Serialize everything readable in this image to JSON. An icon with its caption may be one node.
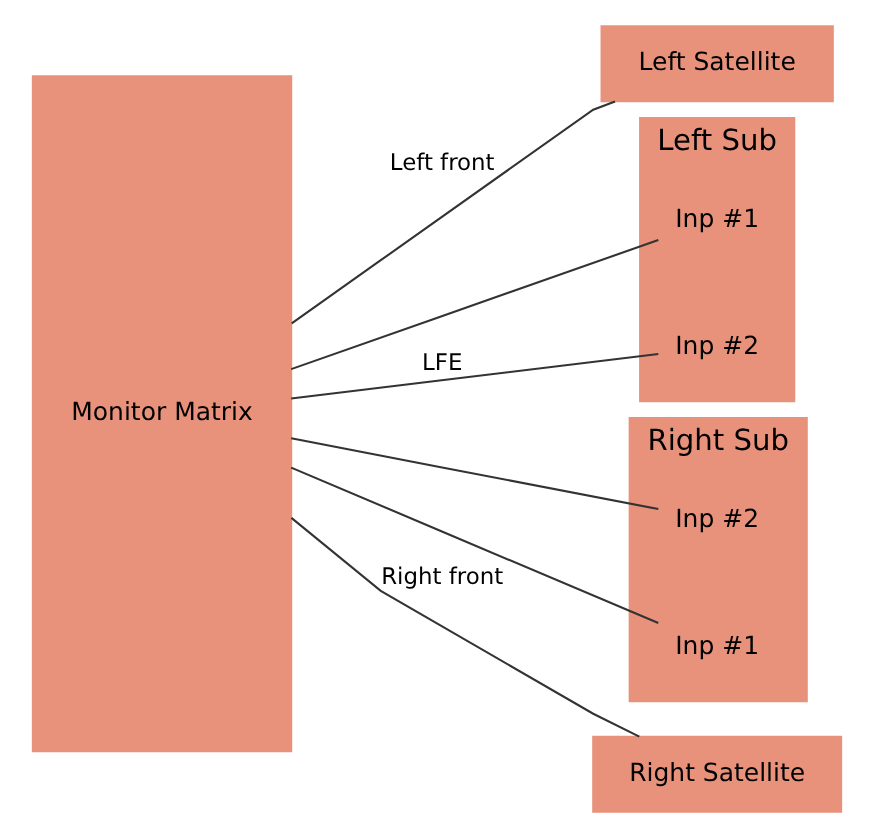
{
  "diagram": {
    "nodes": [
      {
        "text": [
          "Monitor Matrix"
        ]
      },
      {
        "text": [
          "Left Satellite"
        ]
      },
      {
        "text": [
          "Left Sub"
        ]
      },
      {
        "text": [
          "Inp #1"
        ],
        "in": 2
      },
      {
        "text": [
          "Inp #2"
        ],
        "in": 2
      },
      {
        "text": [
          "Right Sub"
        ]
      },
      {
        "text": [
          "Inp #2"
        ],
        "in": 5
      },
      {
        "text": [
          "Inp #1"
        ],
        "in": 5
      },
      {
        "text": [
          "Right Satellite"
        ]
      }
    ],
    "edges": [
      {
        "from": 0,
        "to": 1,
        "arrow": "none",
        "label": "Left front"
      },
      {
        "from": 0,
        "to": 3,
        "arrow": "none"
      },
      {
        "from": 0,
        "to": 4,
        "arrow": "none",
        "label": "LFE"
      },
      {
        "from": 0,
        "to": 6,
        "arrow": "none"
      },
      {
        "from": 0,
        "to": 8,
        "arrow": "none",
        "label": "Right front"
      },
      {
        "from": 0,
        "to": 7,
        "arrow": "none"
      }
    ]
  }
}
